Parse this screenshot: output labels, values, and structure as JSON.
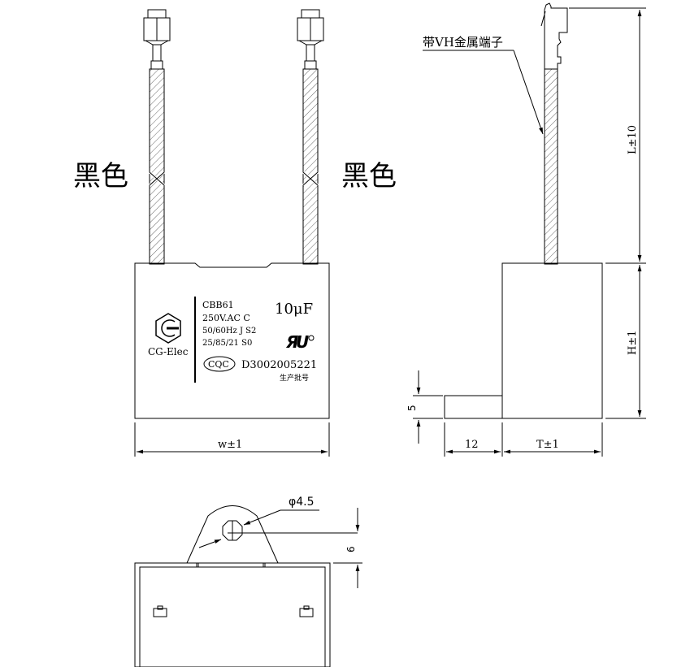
{
  "drawing": {
    "type": "capacitor technical drawing",
    "front_view": {
      "wire_color_left": "黑色",
      "wire_color_right": "黑色",
      "width_dim": "w±1",
      "label": {
        "logo_text": "CG-Elec",
        "model": "CBB61",
        "rating": "250V.AC  C",
        "freq": "50/60Hz J S2",
        "climate": "25/85/21 S0",
        "capacitance": "10μF",
        "cert": "CQC",
        "cert_no": "D3002005221",
        "batch": "生产批号"
      }
    },
    "side_view": {
      "terminal_note": "带VH金属端子",
      "lead_dim": "L±10",
      "height_dim": "H±1",
      "thickness_dim": "T±1",
      "tab_length": "12",
      "tab_height": "5"
    },
    "top_view": {
      "hole_dia": "φ4.5",
      "hole_offset": "6"
    }
  }
}
